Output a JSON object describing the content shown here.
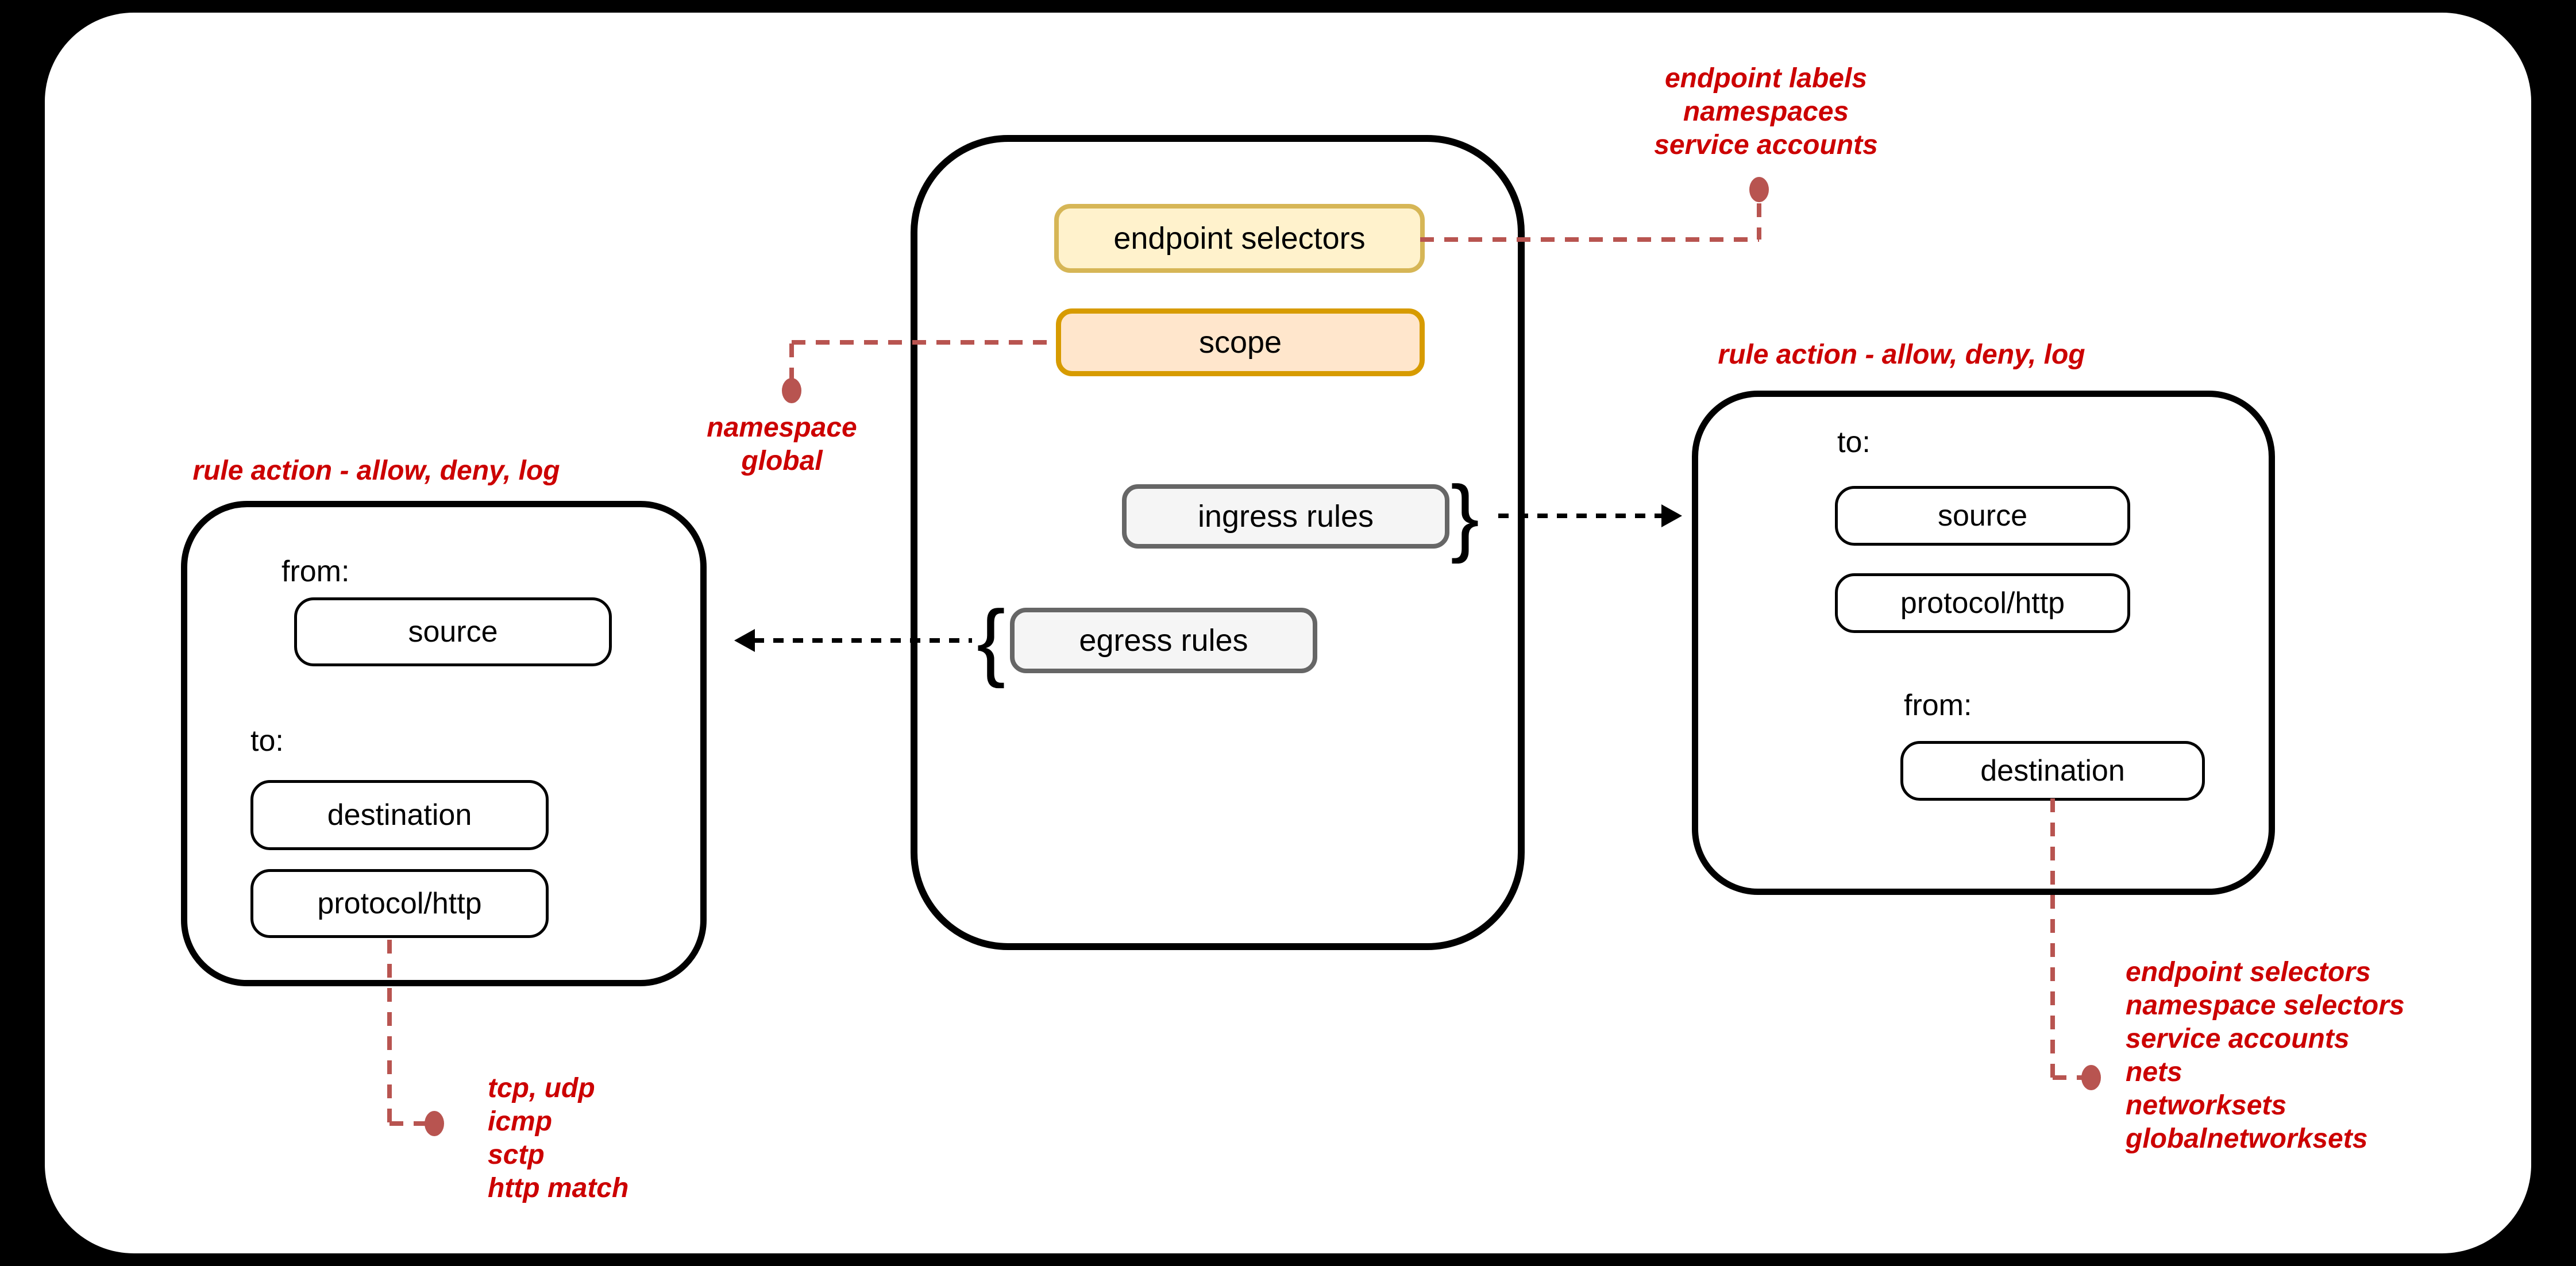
{
  "colors": {
    "background": "#000000",
    "panel": "#ffffff",
    "red_text": "#cc0000",
    "connector": "#b85450",
    "yellow_fill": "#fff2cc",
    "yellow_stroke": "#d6b656",
    "orange_fill": "#ffe6cc",
    "orange_stroke": "#d79b00",
    "gray_fill": "#f5f5f5",
    "gray_stroke": "#666666"
  },
  "policy": {
    "endpoint_selectors_label": "endpoint selectors",
    "scope_label": "scope",
    "ingress_label": "ingress rules",
    "egress_label": "egress rules",
    "ingress_brace": "}",
    "egress_brace": "{"
  },
  "egress_rule_box": {
    "title": "rule action - allow, deny, log",
    "from_label": "from:",
    "source_label": "source",
    "to_label": "to:",
    "destination_label": "destination",
    "protocol_label": "protocol/http"
  },
  "ingress_rule_box": {
    "title": "rule action - allow, deny, log",
    "to_label": "to:",
    "source_label": "source",
    "protocol_label": "protocol/http",
    "from_label": "from:",
    "destination_label": "destination"
  },
  "annotations": {
    "endpoint_selectors_note": {
      "lines": [
        "endpoint labels",
        "namespaces",
        "service accounts"
      ]
    },
    "scope_note": {
      "lines": [
        "namespace",
        "global"
      ]
    },
    "protocol_note": {
      "lines": [
        "tcp, udp",
        "icmp",
        "sctp",
        "http match"
      ]
    },
    "destination_note": {
      "lines": [
        "endpoint selectors",
        "namespace selectors",
        "service accounts",
        "nets",
        "networksets",
        "globalnetworksets"
      ]
    }
  }
}
